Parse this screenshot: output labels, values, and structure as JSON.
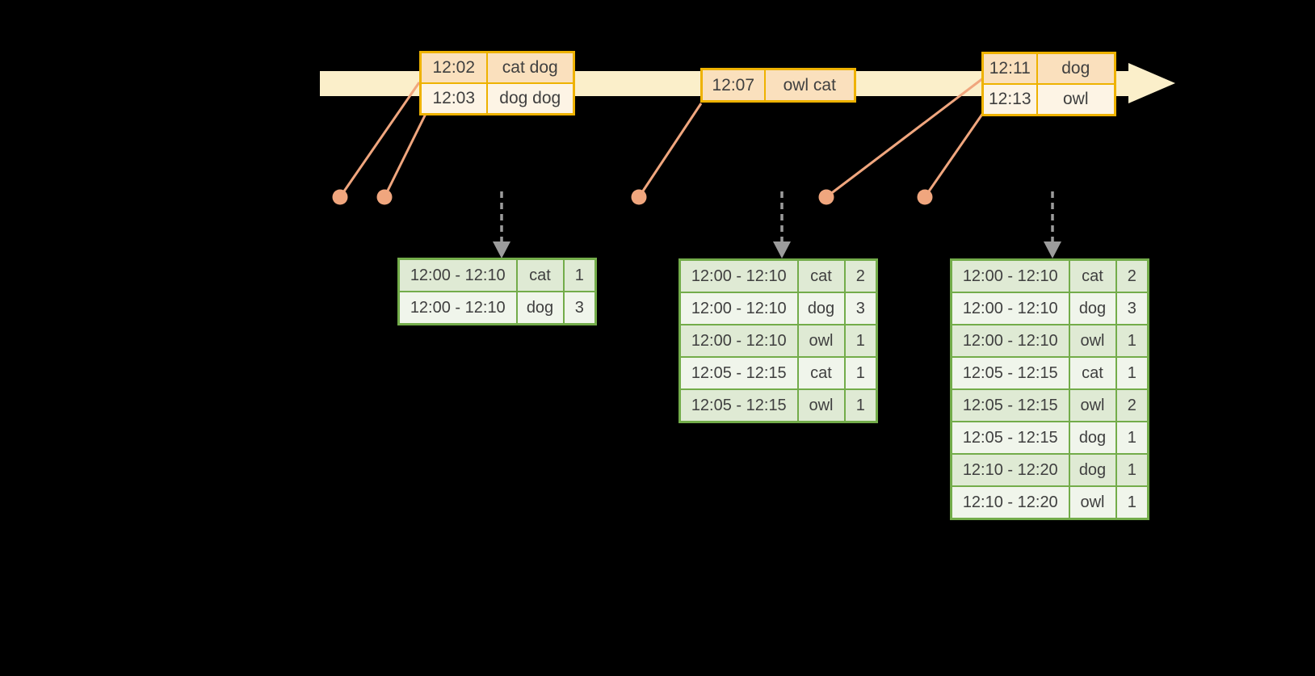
{
  "diagram": {
    "event_tables": [
      {
        "rows": [
          {
            "time": "12:02",
            "words": "cat dog"
          },
          {
            "time": "12:03",
            "words": "dog dog"
          }
        ]
      },
      {
        "rows": [
          {
            "time": "12:07",
            "words": "owl cat"
          }
        ]
      },
      {
        "rows": [
          {
            "time": "12:11",
            "words": "dog"
          },
          {
            "time": "12:13",
            "words": "owl"
          }
        ]
      }
    ],
    "result_tables": [
      {
        "rows": [
          [
            "12:00 - 12:10",
            "cat",
            "1"
          ],
          [
            "12:00 - 12:10",
            "dog",
            "3"
          ]
        ]
      },
      {
        "rows": [
          [
            "12:00 - 12:10",
            "cat",
            "2"
          ],
          [
            "12:00 - 12:10",
            "dog",
            "3"
          ],
          [
            "12:00 - 12:10",
            "owl",
            "1"
          ],
          [
            "12:05 - 12:15",
            "cat",
            "1"
          ],
          [
            "12:05 - 12:15",
            "owl",
            "1"
          ]
        ]
      },
      {
        "rows": [
          [
            "12:00 - 12:10",
            "cat",
            "2"
          ],
          [
            "12:00 - 12:10",
            "dog",
            "3"
          ],
          [
            "12:00 - 12:10",
            "owl",
            "1"
          ],
          [
            "12:05 - 12:15",
            "cat",
            "1"
          ],
          [
            "12:05 - 12:15",
            "owl",
            "2"
          ],
          [
            "12:05 - 12:15",
            "dog",
            "1"
          ],
          [
            "12:10 - 12:20",
            "dog",
            "1"
          ],
          [
            "12:10 - 12:20",
            "owl",
            "1"
          ]
        ]
      }
    ],
    "colors": {
      "background": "#000000",
      "timeline_fill": "#FBEFCA",
      "event_border": "#EEB200",
      "event_row_odd": "#FAE0BD",
      "event_row_even": "#FDF4E5",
      "marker": "#F0A67E",
      "result_border": "#73AC4A",
      "result_row_odd": "#DFEAD4",
      "result_row_even": "#F0F5EB",
      "trigger_arrow": "#9C9C9C",
      "text": "#3F3F3F"
    }
  }
}
